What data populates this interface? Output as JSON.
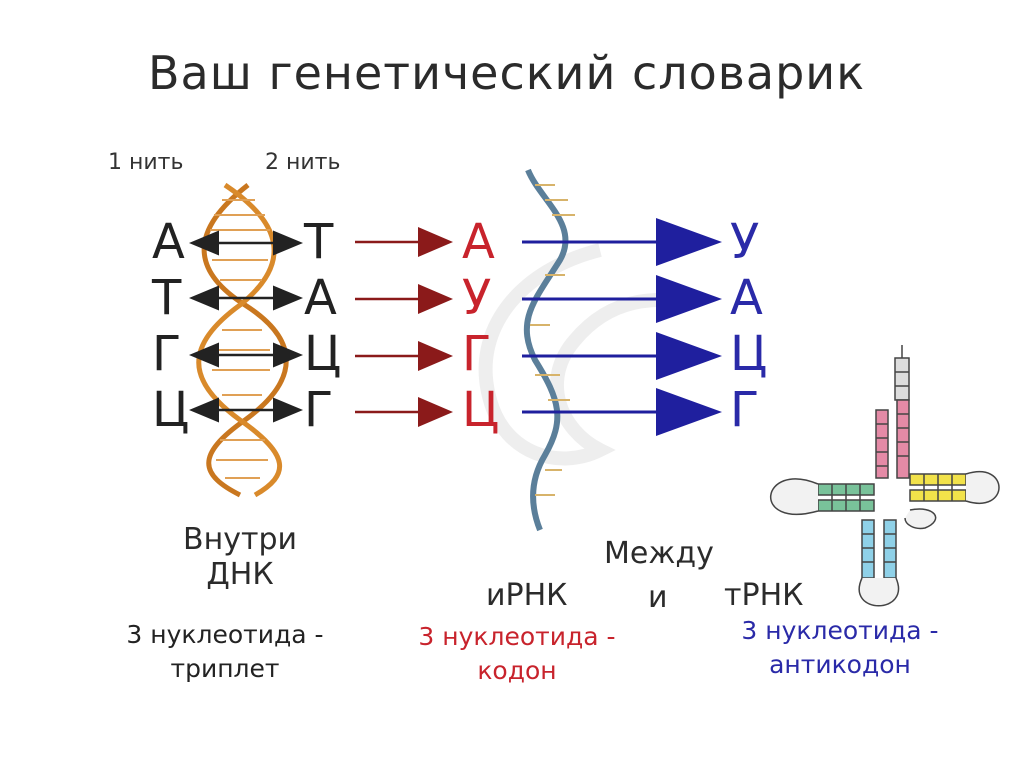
{
  "title": "Ваш генетический словарик",
  "strand_labels": [
    "1 нить",
    "2 нить"
  ],
  "dna_left": [
    "А",
    "Т",
    "Г",
    "Ц"
  ],
  "dna_right": [
    "Т",
    "А",
    "Ц",
    "Г"
  ],
  "mrna": [
    "А",
    "У",
    "Г",
    "Ц"
  ],
  "trna": [
    "У",
    "А",
    "Ц",
    "Г"
  ],
  "sections": {
    "inside_line1": "Внутри",
    "inside_line2": "ДНК",
    "between": "Между",
    "irna": "иРНК",
    "and": "и",
    "trna": "тРНК"
  },
  "descriptions": {
    "triplet_line1": "3 нуклеотида -",
    "triplet_line2": "триплет",
    "codon_line1": "3 нуклеотида -",
    "codon_line2": "кодон",
    "anticodon_line1": "3 нуклеотида -",
    "anticodon_line2": "антикодон"
  },
  "colors": {
    "dna_helix": "#c9771f",
    "rna_helix": "#5b7f9a",
    "red_text": "#c8232c",
    "blue_text": "#2a2aa8",
    "arrow_red": "#8b1a1a",
    "arrow_blue": "#1f1f9e"
  }
}
